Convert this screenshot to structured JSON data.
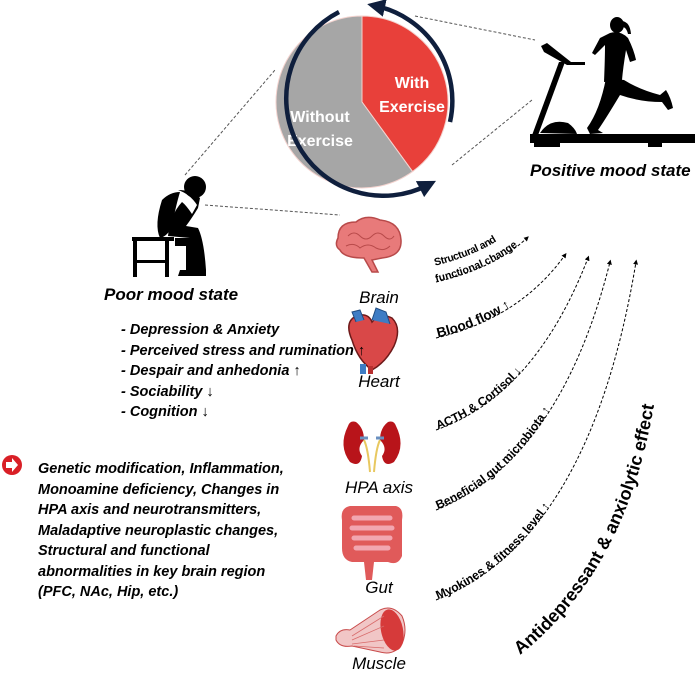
{
  "pie": {
    "segments": [
      {
        "label_line1": "With",
        "label_line2": "Exercise",
        "fraction": 0.4,
        "color": "#e8403a"
      },
      {
        "label_line1": "Without",
        "label_line2": "Exercise",
        "fraction": 0.6,
        "color": "#a6a6a6"
      }
    ],
    "ring_color": "#0f1f3d"
  },
  "positive_state": {
    "label": "Positive mood state"
  },
  "poor_state": {
    "label": "Poor mood state"
  },
  "symptoms": [
    "- Depression & Anxiety",
    "- Perceived stress and rumination ↑",
    "- Despair and anhedonia ↑",
    "- Sociability ↓",
    "- Cognition ↓"
  ],
  "causes": {
    "bullet_icon": "right-arrow-circle-icon",
    "bullet_color": "#d91f26",
    "lines": [
      "Genetic modification, Inflammation,",
      "Monoamine deficiency, Changes in",
      "HPA axis and neurotransmitters,",
      "Maladaptive neuroplastic changes,",
      "Structural and functional",
      "abnormalities in key brain region",
      "(PFC, NAc, Hip, etc.)"
    ]
  },
  "organs": [
    {
      "name": "Brain",
      "icon": "brain-icon"
    },
    {
      "name": "Heart",
      "icon": "heart-icon"
    },
    {
      "name": "HPA axis",
      "icon": "kidneys-icon"
    },
    {
      "name": "Gut",
      "icon": "intestine-icon"
    },
    {
      "name": "Muscle",
      "icon": "muscle-icon"
    }
  ],
  "effects": [
    {
      "line1": "Structural and",
      "line2": "functional change"
    },
    {
      "line1": "Blood flow ↑"
    },
    {
      "line1": "ACTH & Cortisol ↓"
    },
    {
      "line1": "Beneficial gut microbiota ↑"
    },
    {
      "line1": "Myokines & fitness level ↑"
    }
  ],
  "overall_effect": "Antidepressant & anxiolytic effect"
}
